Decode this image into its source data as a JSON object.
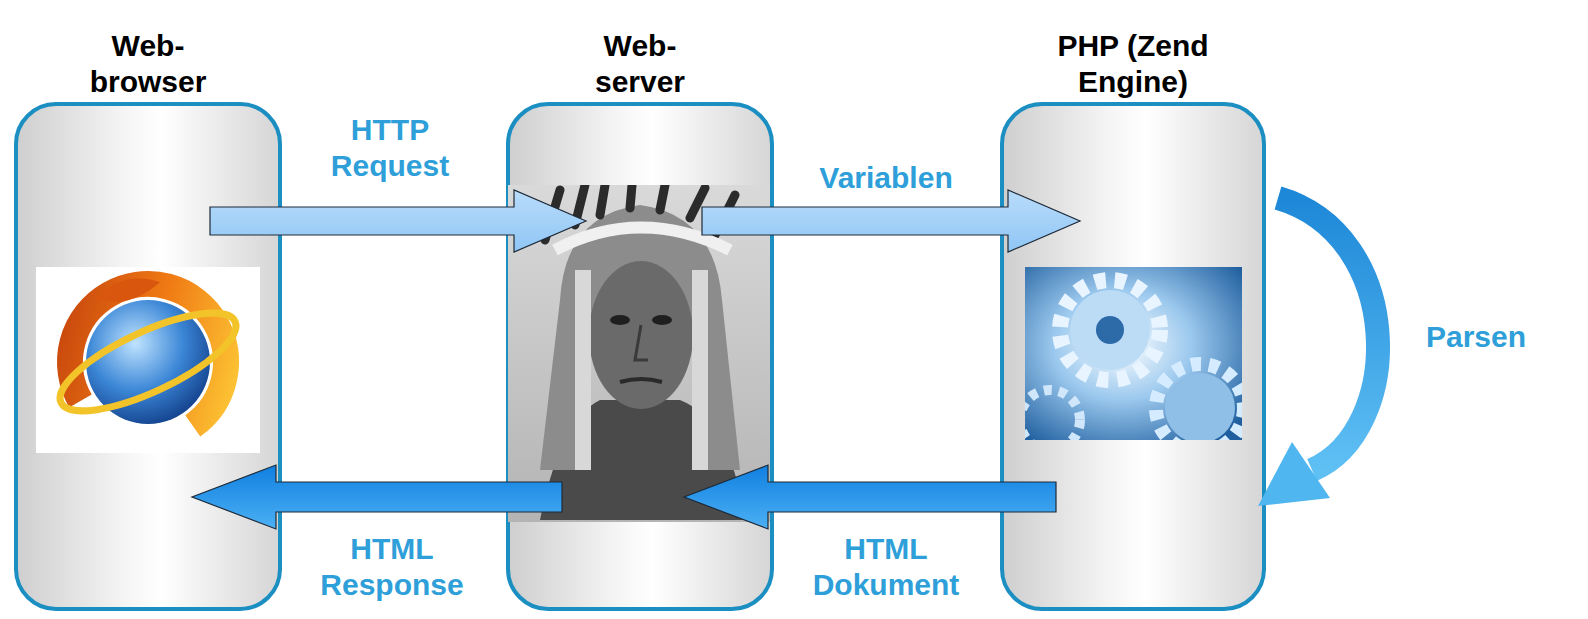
{
  "diagram": {
    "nodes": [
      {
        "text": [
          "Web- browser"
        ]
      },
      {
        "text": [
          "Web- server"
        ]
      },
      {
        "text": [
          "PHP (Zend Engine)"
        ]
      }
    ],
    "edges": [
      {
        "from": 0,
        "to": 1,
        "arrow": "to",
        "label": "HTTP Request"
      },
      {
        "from": 1,
        "to": 2,
        "arrow": "to",
        "label": "Variablen"
      },
      {
        "from": 2,
        "to": 1,
        "arrow": "to",
        "label": "HTML Dokument"
      },
      {
        "from": 1,
        "to": 0,
        "arrow": "to",
        "label": "HTML Response"
      }
    ],
    "labels": [
      "Parsen"
    ]
  }
}
